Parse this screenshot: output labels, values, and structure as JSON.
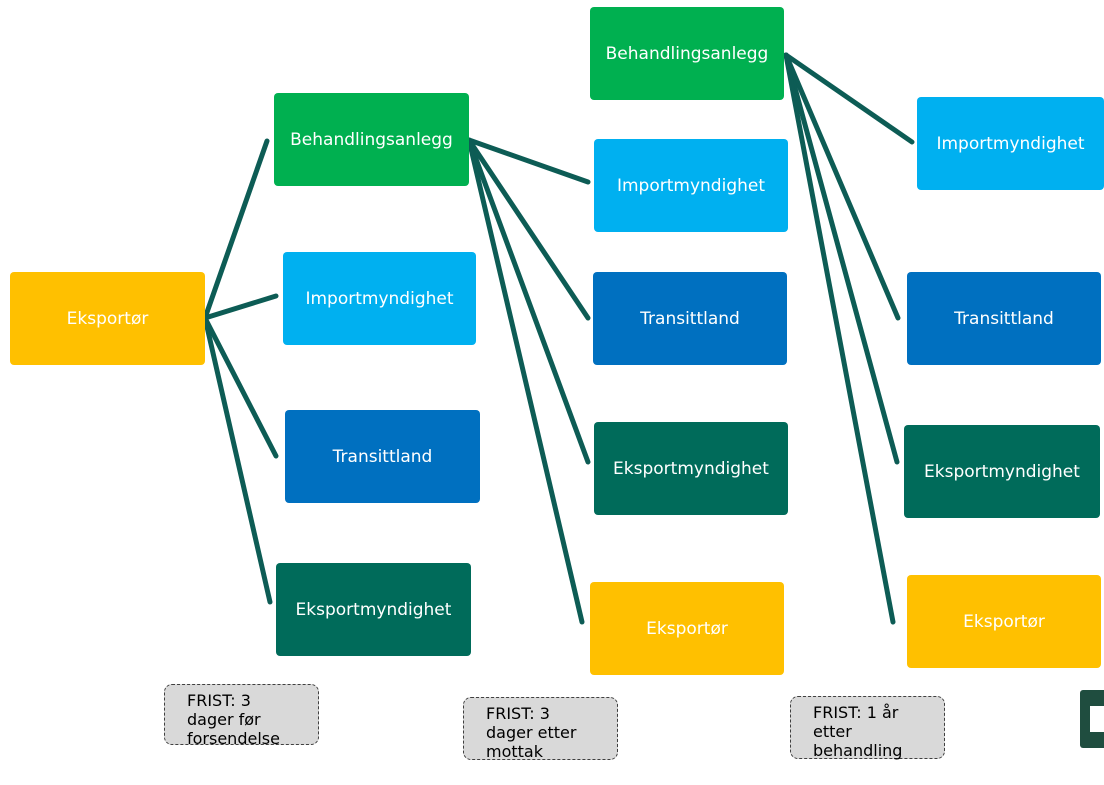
{
  "colors": {
    "exporter": "#ffc000",
    "facility": "#00b050",
    "import_authority": "#00b0f0",
    "transit": "#0070c0",
    "export_authority": "#006b5a",
    "connector": "#0d5c55"
  },
  "columns": [
    {
      "root": "Eksportør",
      "children": [
        "Behandlingsanlegg",
        "Importmyndighet",
        "Transittland",
        "Eksportmyndighet"
      ],
      "deadline": "FRIST: 3\ndager før\nforsendelse"
    },
    {
      "root": "Behandlingsanlegg",
      "children": [
        "Importmyndighet",
        "Transittland",
        "Eksportmyndighet",
        "Eksportør"
      ],
      "deadline": "FRIST: 3\ndager etter\nmottak"
    },
    {
      "root": "Behandlingsanlegg",
      "children": [
        "Importmyndighet",
        "Transittland",
        "Eksportmyndighet",
        "Eksportør"
      ],
      "deadline": "FRIST: 1 år\netter\nbehandling"
    }
  ]
}
